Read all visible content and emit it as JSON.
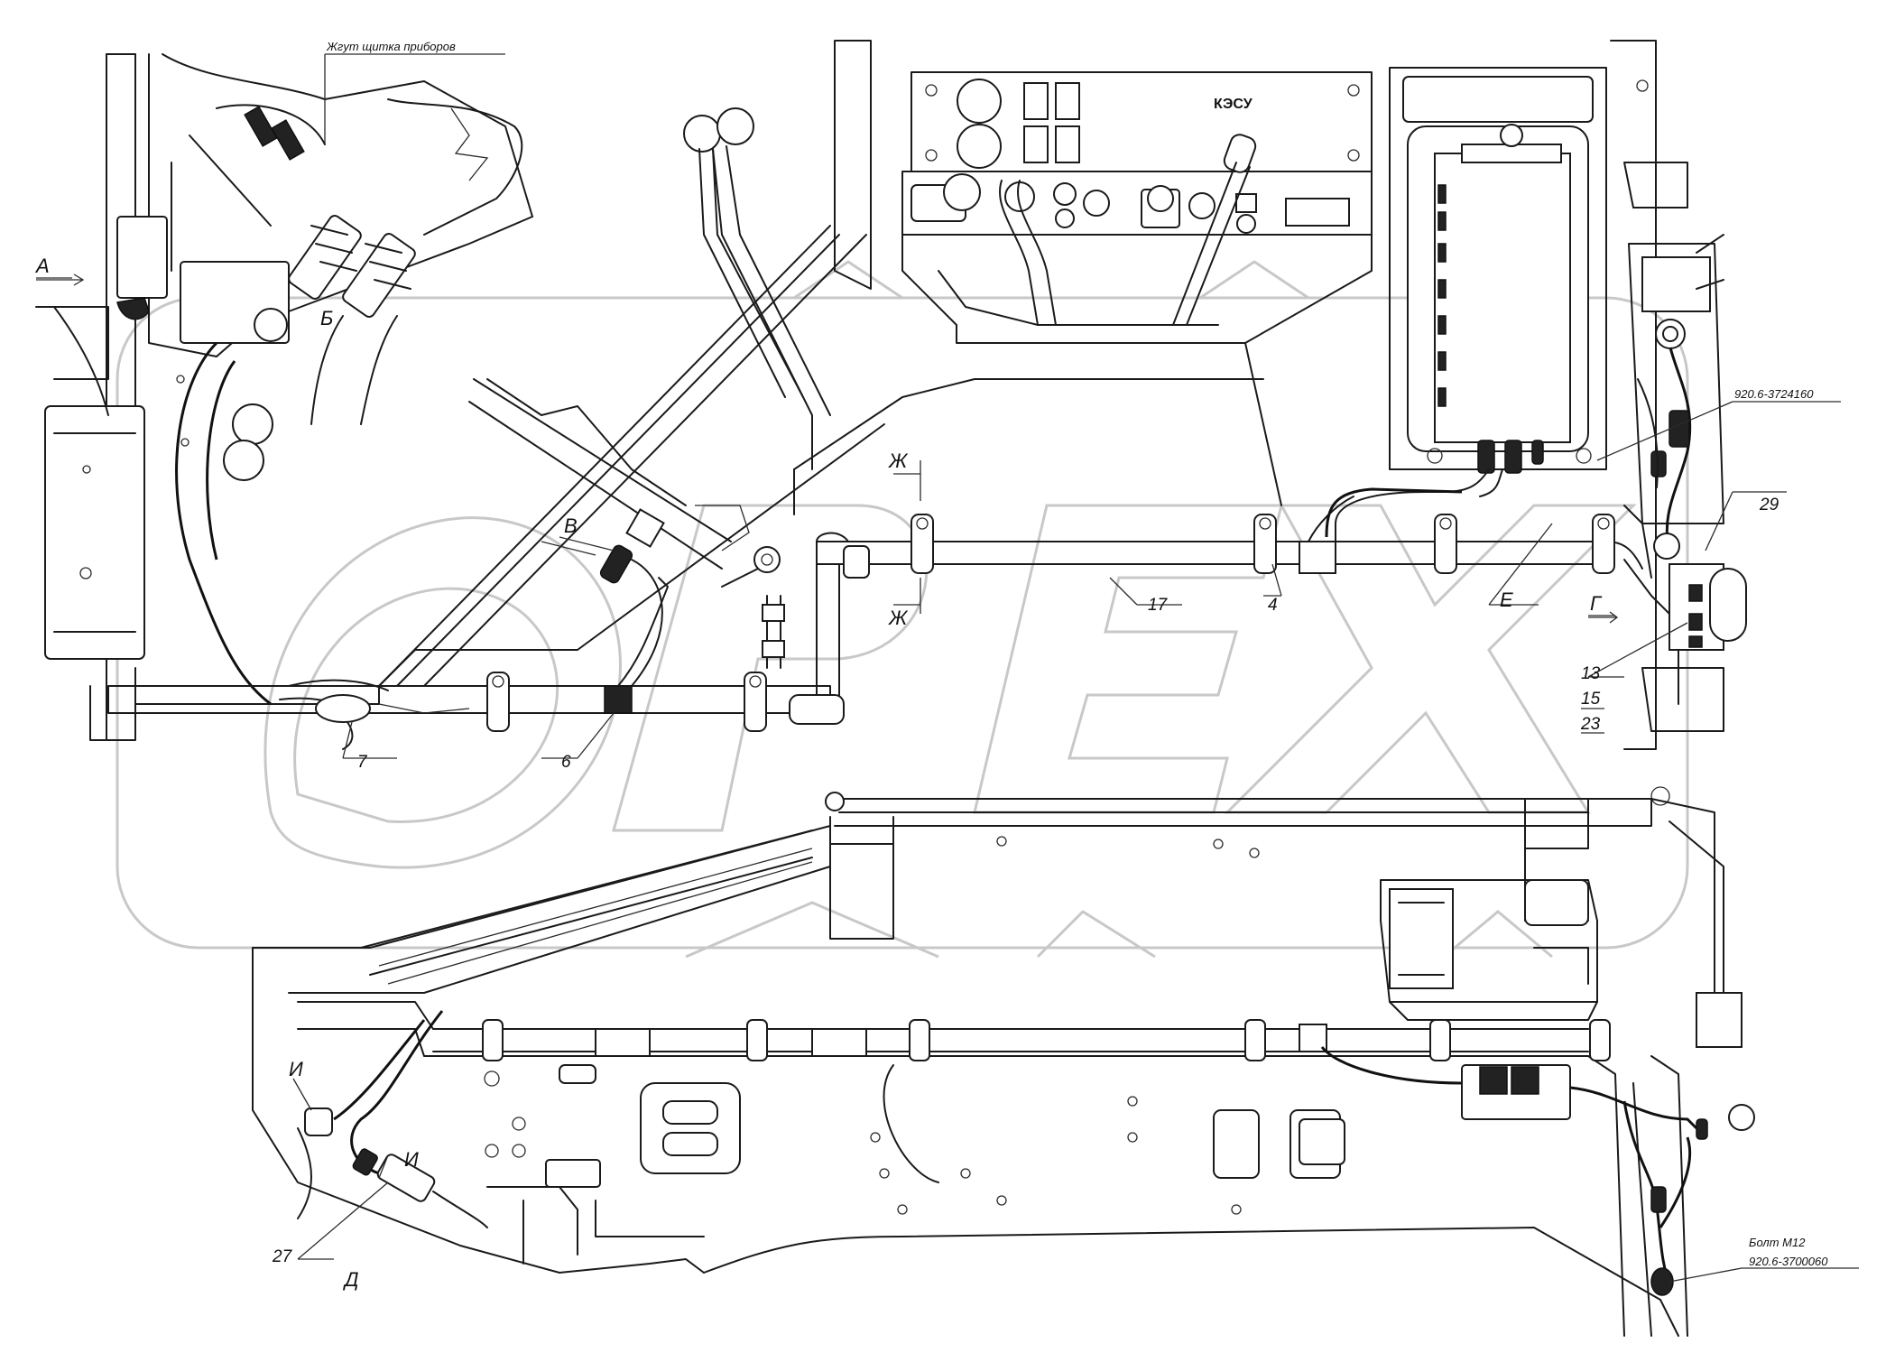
{
  "watermark": "ОРЕХ",
  "panel": {
    "kesu_label": "КЭСУ"
  },
  "captions": {
    "harness": "Жгут щитка приборов",
    "part_number_top": "920.6-3724160",
    "bolt_name": "Болт М12",
    "bolt_part_number": "920.6-3700060"
  },
  "view_letters": {
    "A": "А",
    "B": "Б",
    "V": "В",
    "Zh_top": "Ж",
    "Zh_bottom": "Ж",
    "E": "Е",
    "G": "Г",
    "I_top": "И",
    "I_bottom": "И",
    "D": "Д"
  },
  "callouts": {
    "c4": "4",
    "c6": "6",
    "c7": "7",
    "c13": "13",
    "c15": "15",
    "c17": "17",
    "c23": "23",
    "c27": "27",
    "c29": "29"
  }
}
